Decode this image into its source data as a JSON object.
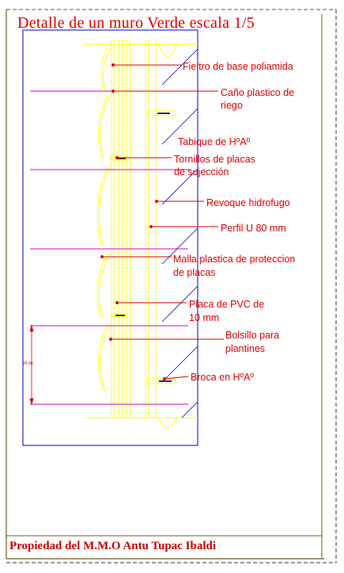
{
  "title": "Detalle de un muro Verde escala 1/5",
  "footer": "Propiedad del M.M.O Antu Tupac Ibaldi",
  "dimension": "20.00",
  "labels": {
    "fieltro": "Fieltro de base poliamida",
    "cano_1": "Caño plastico de",
    "cano_2": "riego",
    "tabique": "Tabique de HºAº",
    "tornillos_1": "Tornillos de placas",
    "tornillos_2": "de sujección",
    "revoque": "Revoque hidrofugo",
    "perfil": "Perfil U 80 mm",
    "malla_1": "Malla plastica de proteccion",
    "malla_2": "de placas",
    "placa_1": "Placa de PVC de",
    "placa_2": "10 mm",
    "bolsillo_1": "Bolsillo para",
    "bolsillo_2": "plantines",
    "broca": "Broca en HºAº"
  },
  "colors": {
    "annotation": "#e00000",
    "wall": "#ffff00",
    "magenta": "#d000d0",
    "frame": "#0000cc",
    "border": "#6b5a20"
  }
}
